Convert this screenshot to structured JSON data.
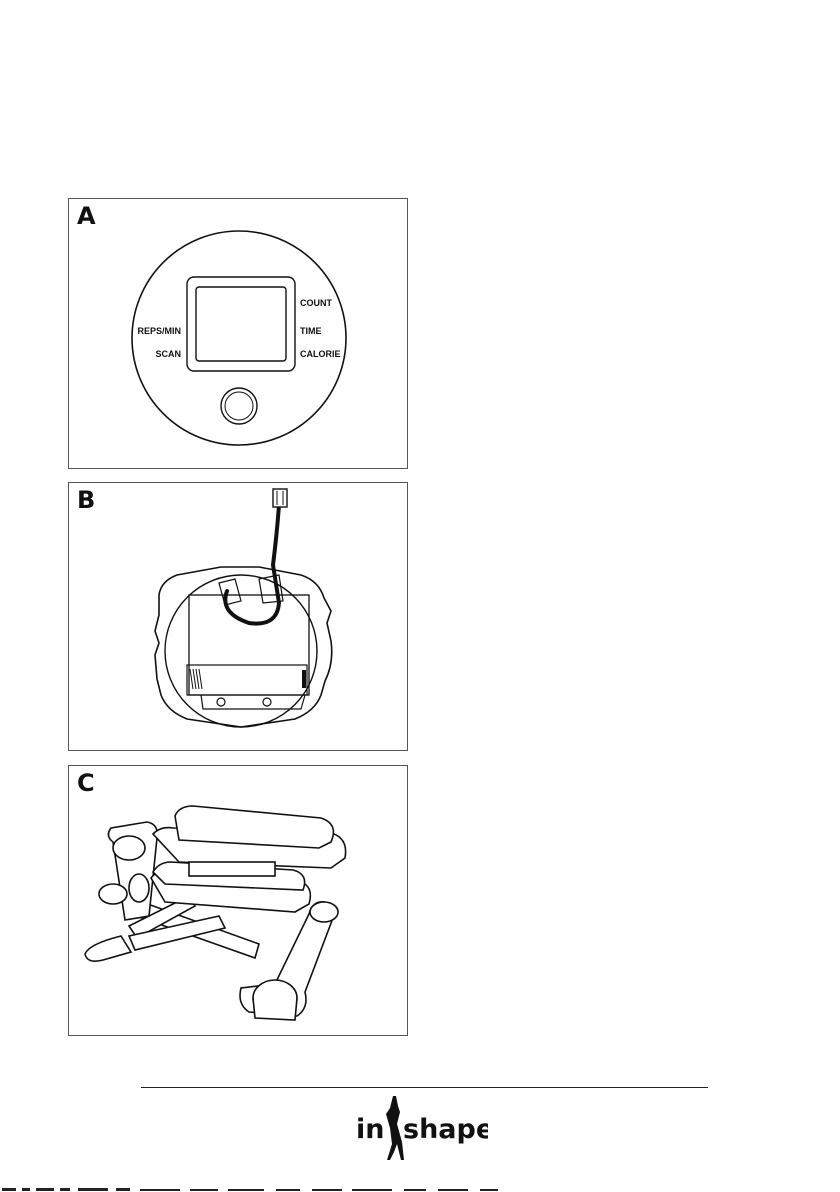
{
  "panels": [
    {
      "letter": "A",
      "monitor_labels": {
        "left": [
          "REPS/MIN",
          "SCAN"
        ],
        "right": [
          "COUNT",
          "TIME",
          "CALORIE"
        ]
      }
    },
    {
      "letter": "B"
    },
    {
      "letter": "C"
    }
  ],
  "footer": {
    "logo_left": "in",
    "logo_right": "shape"
  }
}
